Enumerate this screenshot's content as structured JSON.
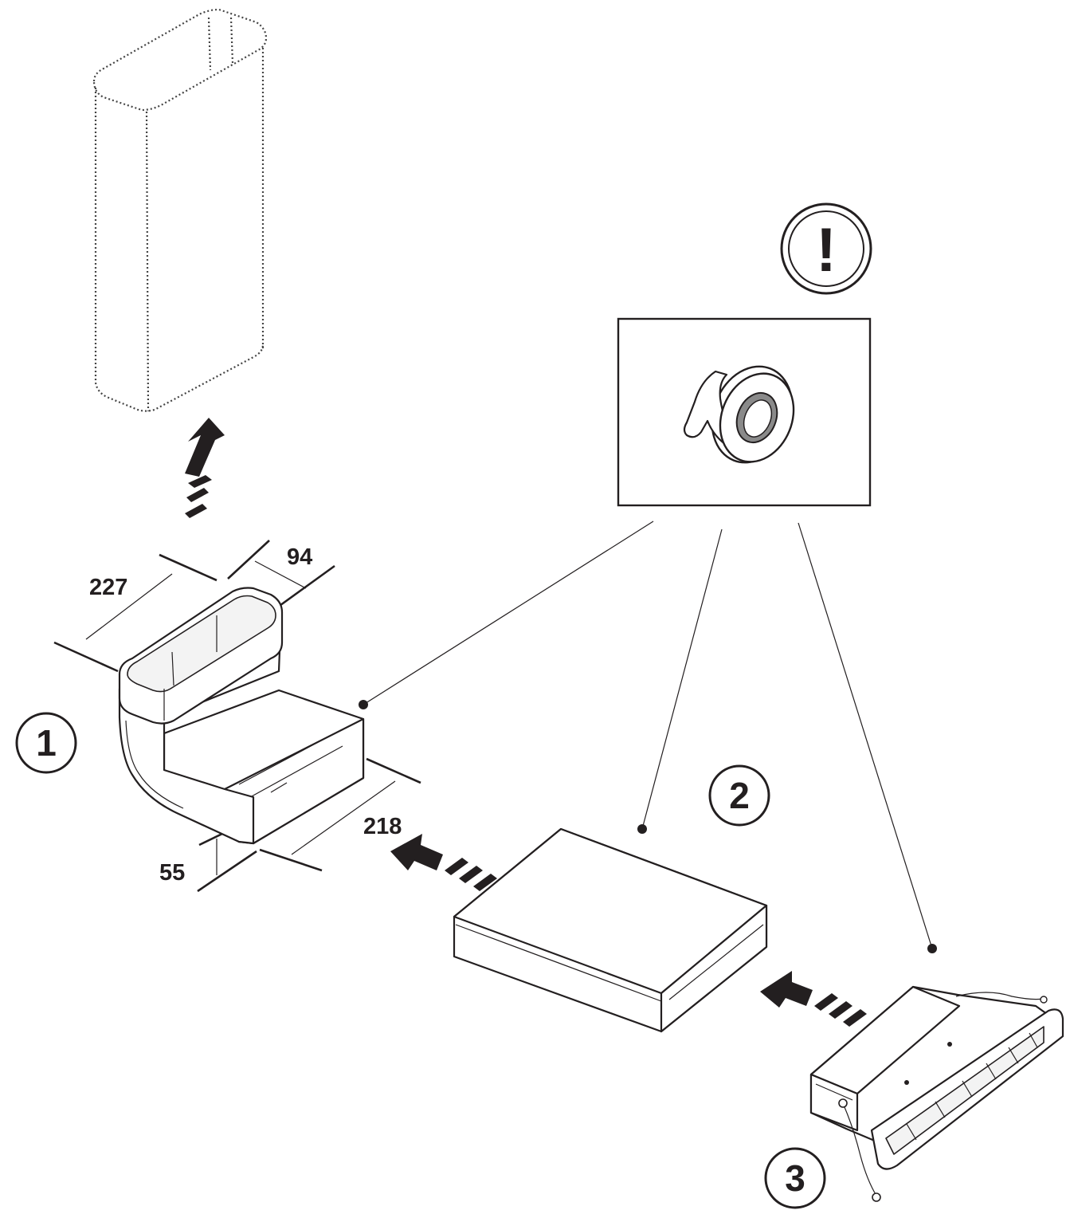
{
  "dimensions": {
    "d227": "227",
    "d94": "94",
    "d218": "218",
    "d55": "55"
  },
  "callouts": {
    "c1": "1",
    "c2": "2",
    "c3": "3"
  },
  "warning": {
    "symbol": "!"
  },
  "icons": {
    "tape": "adhesive-tape-icon",
    "warning": "exclamation-warning-icon"
  },
  "colors": {
    "ink": "#231f20",
    "tape_core": "#8a8a8a"
  }
}
